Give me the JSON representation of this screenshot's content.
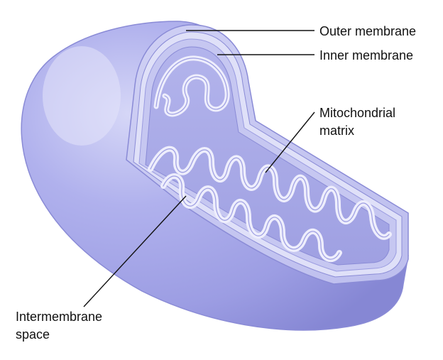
{
  "diagram": {
    "labels": {
      "outer_membrane": "Outer membrane",
      "inner_membrane": "Inner membrane",
      "matrix_line1": "Mitochondrial",
      "matrix_line2": "matrix",
      "intermembrane_line1": "Intermembrane",
      "intermembrane_line2": "space"
    }
  },
  "colors": {
    "body_fill": "#a7a8ea",
    "body_dark": "#8f90dc",
    "body_light": "#d4d5f6",
    "cut_face": "#c4c5f0",
    "membrane_white": "#e9e9fb",
    "matrix_fill": "#b8b9ee",
    "interior_shadow": "#9a9be0",
    "leader_line": "#111111"
  }
}
